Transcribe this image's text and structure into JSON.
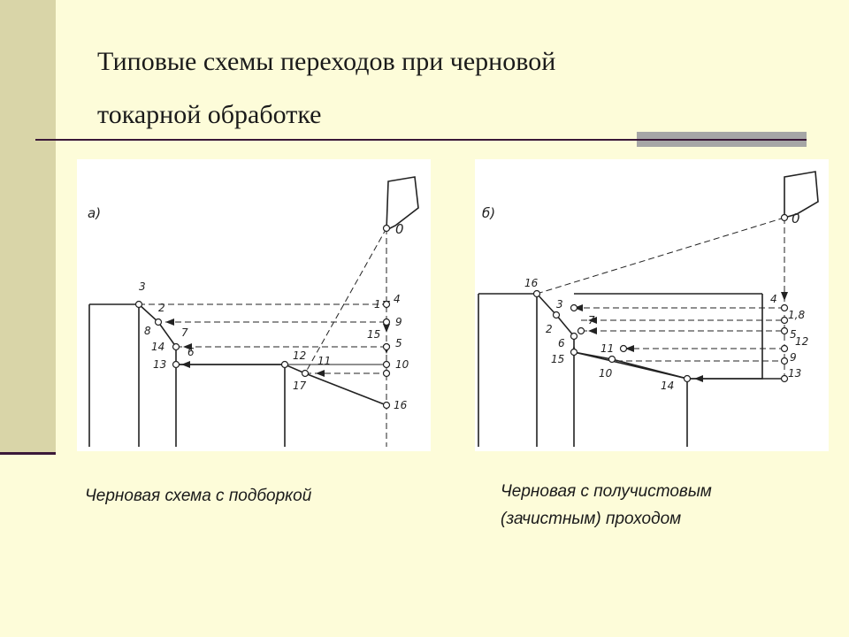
{
  "slide": {
    "title_line1": "Типовые схемы переходов при черновой",
    "title_line2": "токарной обработке"
  },
  "diagram_a": {
    "tag": "а)",
    "labels": [
      "0",
      "1",
      "2",
      "3",
      "4",
      "5",
      "6",
      "7",
      "8",
      "9",
      "10",
      "11",
      "12",
      "13",
      "14",
      "15",
      "16",
      "17"
    ],
    "caption": "Черновая схема с подборкой"
  },
  "diagram_b": {
    "tag": "б)",
    "labels": [
      "0",
      "1,8",
      "2",
      "3",
      "4",
      "5",
      "6",
      "7",
      "9",
      "10",
      "11",
      "12",
      "13",
      "14",
      "15",
      "16"
    ],
    "caption_line1": "Черновая с получистовым",
    "caption_line2": "(зачистным) проходом"
  }
}
